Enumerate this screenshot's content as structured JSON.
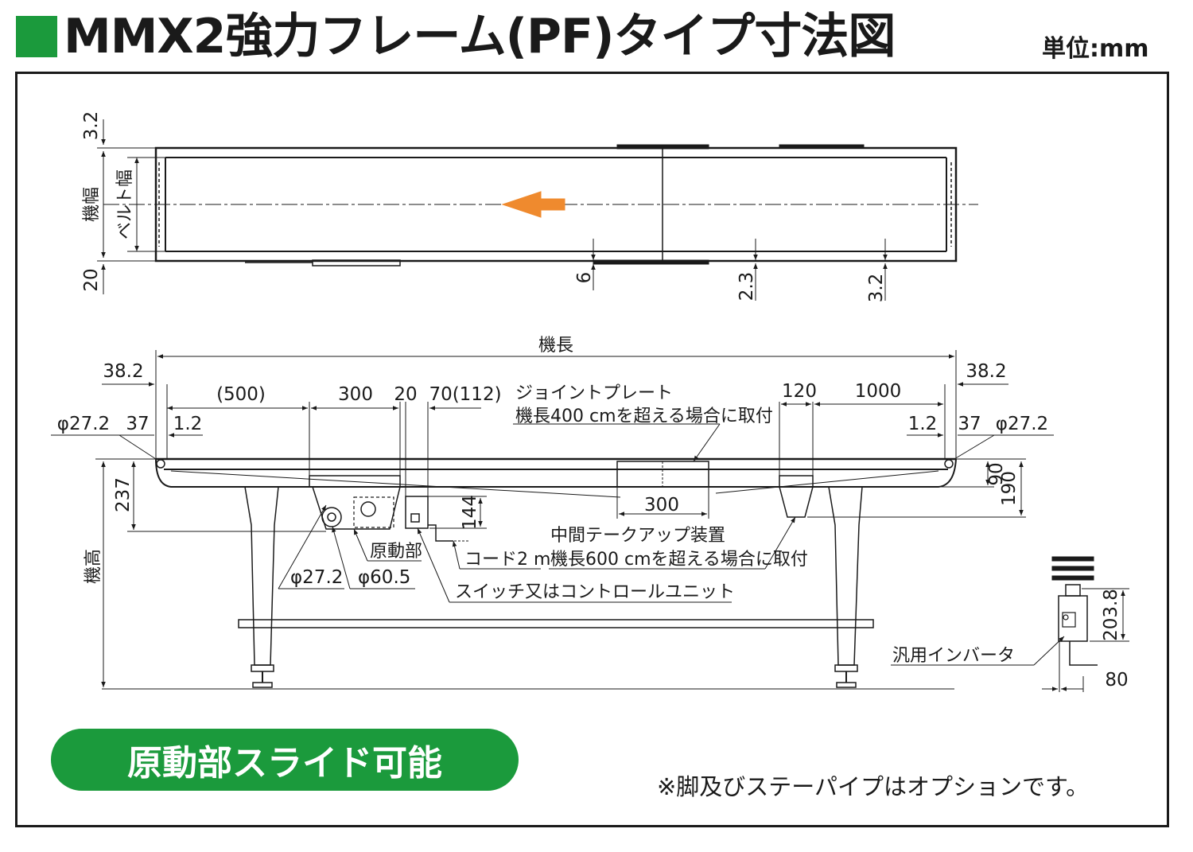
{
  "header": {
    "title": "MMX2強力フレーム(PF)タイプ寸法図",
    "unit": "単位:mm",
    "accent_color": "#1b9a3c"
  },
  "top_view": {
    "dims": {
      "top_gap": "3.2",
      "machine_width": "機幅",
      "belt_width": "ベルト幅",
      "bottom_gap": "20",
      "d6": "6",
      "d23": "2.3",
      "d32": "3.2"
    },
    "arrow_color": "#ef8a2e"
  },
  "side_view": {
    "dims": {
      "machine_length": "機長",
      "left_overhang": "38.2",
      "right_overhang": "38.2",
      "seg_500": "(500)",
      "seg_300": "300",
      "seg_20": "20",
      "seg_70": "70(112)",
      "seg_120": "120",
      "seg_1000": "1000",
      "phi_left": "φ27.2",
      "d37_left": "37",
      "d12_left": "1.2",
      "d12_right": "1.2",
      "d37_right": "37",
      "phi_right": "φ27.2",
      "d237": "237",
      "d144": "144",
      "plate_300": "300",
      "d90": "90",
      "d190": "190",
      "machine_height": "機高",
      "phi_272": "φ27.2",
      "phi_605": "φ60.5",
      "d2038": "203.8",
      "d80": "80"
    },
    "labels": {
      "joint_plate_1": "ジョイントプレート",
      "joint_plate_2": "機長400 cmを超える場合に取付",
      "takeup_1": "中間テークアップ装置",
      "takeup_2": "機長600 cmを超える場合に取付",
      "drive": "原動部",
      "cord": "コード2 m",
      "switch": "スイッチ又はコントロールユニット",
      "inverter": "汎用インバータ"
    }
  },
  "badge": {
    "label": "原動部スライド可能"
  },
  "footnote": "※脚及びステーパイプはオプションです。"
}
